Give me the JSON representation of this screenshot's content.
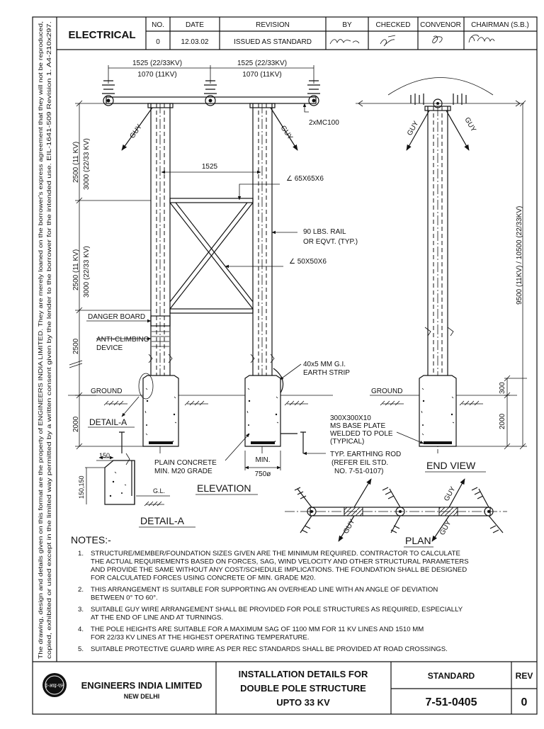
{
  "side_note": "The drawing, design and details given on this format are the property of ENGINEERS INDIA LIMITED. They are merely loaned on the borrower's express agreement that they will not be reproduced, copied, exhibited or used except in the limited way permitted by a written consent given by the lender to the borrower for the intended use. EIL-1641-509 Revision 1. A4-210x297.",
  "header": {
    "discipline": "ELECTRICAL",
    "col_no": "NO.",
    "col_date": "DATE",
    "col_revision": "REVISION",
    "col_by": "BY",
    "col_checked": "CHECKED",
    "col_convenor": "CONVENOR",
    "col_chairman": "CHAIRMAN (S.B.)",
    "rev_no": "0",
    "rev_date": "12.03.02",
    "rev_text": "ISSUED AS STANDARD"
  },
  "elevation": {
    "dim_top_left_1": "1525 (22/33KV)",
    "dim_top_left_2": "1070 (11KV)",
    "dim_top_right_1": "1525 (22/33KV)",
    "dim_top_right_2": "1070 (11KV)",
    "channel": "2xMC100",
    "guy": "GUY",
    "spacing": "1525",
    "angle_top": "∠ 65X65X6",
    "rail_1": "90 LBS. RAIL",
    "rail_2": "OR EQVT. (TYP.)",
    "angle_brace": "∠ 50X50X6",
    "v_dim_1a": "2500 (11 KV)",
    "v_dim_1b": "3000 (22/33 KV)",
    "v_dim_2a": "2500 (11 KV)",
    "v_dim_2b": "3000 (22/33 KV)",
    "v_dim_3": "2500",
    "v_dim_4": "2000",
    "danger_board": "DANGER BOARD",
    "anti_climbing_1": "ANTI-CLIMBING",
    "anti_climbing_2": "DEVICE",
    "earth_strip_1": "40x5 MM G.I.",
    "earth_strip_2": "EARTH STRIP",
    "ground": "GROUND",
    "detail_a": "DETAIL-A",
    "plain_concrete_1": "PLAIN CONCRETE",
    "plain_concrete_2": "MIN. M20 GRADE",
    "min_label": "MIN.",
    "min_dia": "750ø",
    "earthing_1": "TYP. EARTHING ROD",
    "earthing_2": "(REFER EIL STD.",
    "earthing_3": "NO. 7-51-0107)",
    "title": "ELEVATION"
  },
  "detail": {
    "dim_150": "150",
    "dim_150_150": "150,150",
    "gl": "G.L.",
    "title": "DETAIL-A"
  },
  "end_view": {
    "guy": "GUY",
    "ground": "GROUND",
    "v_dim_main": "9500 (11KV) / 10500 (22/33KV)",
    "v_dim_300": "300",
    "v_dim_2000": "2000",
    "base_plate_1": "300X300X10",
    "base_plate_2": "MS BASE PLATE",
    "base_plate_3": "WELDED TO POLE",
    "base_plate_4": "(TYPICAL)",
    "title": "END VIEW"
  },
  "plan": {
    "guy": "GUY",
    "title": "PLAN"
  },
  "notes": {
    "heading": "NOTES:-",
    "items": [
      {
        "num": "1.",
        "lines": [
          "STRUCTURE/MEMBER/FOUNDATION SIZES GIVEN ARE THE MINIMUM REQUIRED. CONTRACTOR TO CALCULATE",
          "THE ACTUAL REQUIREMENTS BASED ON FORCES, SAG, WIND VELOCITY AND OTHER STRUCTURAL PARAMETERS",
          "AND PROVIDE THE SAME WITHOUT ANY COST/SCHEDULE IMPLICATIONS. THE FOUNDATION SHALL BE DESIGNED",
          "FOR CALCULATED FORCES USING CONCRETE OF MIN. GRADE M20."
        ]
      },
      {
        "num": "2.",
        "lines": [
          "THIS ARRANGEMENT IS SUITABLE FOR SUPPORTING AN OVERHEAD LINE WITH AN ANGLE OF DEVIATION",
          "BETWEEN 0° TO 60°."
        ]
      },
      {
        "num": "3.",
        "lines": [
          "SUITABLE GUY WIRE ARRANGEMENT SHALL BE PROVIDED FOR POLE STRUCTURES AS REQUIRED, ESPECIALLY",
          "AT THE END OF LINE AND AT TURNINGS."
        ]
      },
      {
        "num": "4.",
        "lines": [
          "THE POLE HEIGHTS ARE SUITABLE FOR A MAXIMUM SAG OF 1100 MM FOR 11 KV LINES AND 1510 MM",
          "FOR 22/33 KV LINES AT THE HIGHEST OPERATING TEMPERATURE."
        ]
      },
      {
        "num": "5.",
        "lines": [
          "SUITABLE PROTECTIVE GUARD WIRE AS PER REC STANDARDS SHALL BE PROVIDED AT ROAD CROSSINGS."
        ]
      }
    ]
  },
  "title_block": {
    "logo_text": "इं-आइ-एल",
    "company": "ENGINEERS INDIA LIMITED",
    "city": "NEW DELHI",
    "title_1": "INSTALLATION DETAILS FOR",
    "title_2": "DOUBLE POLE STRUCTURE",
    "title_3": "UPTO 33 KV",
    "standard_label": "STANDARD",
    "rev_label": "REV",
    "drawing_no": "7-51-0405",
    "rev_value": "0"
  }
}
